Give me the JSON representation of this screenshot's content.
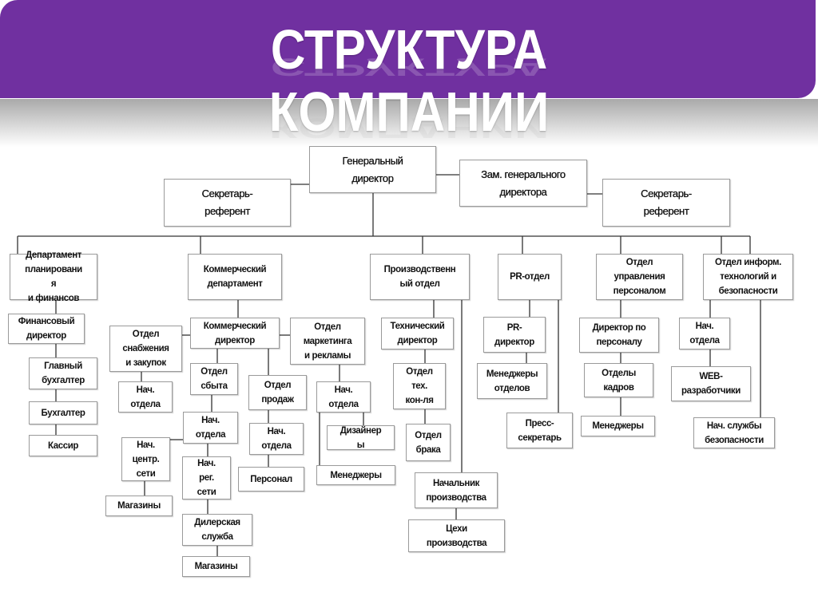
{
  "title": {
    "line1": "СТРУКТУРА",
    "line2": "КОМПАНИИ"
  },
  "colors": {
    "banner": "#7030A0",
    "box_border": "#9A9A9A",
    "line": "#333333"
  },
  "nodes": {
    "gen_director": "Генеральный\nдиректор",
    "secretary_left": "Секретарь-\nреферент",
    "deputy_gen_director": "Зам. генерального\nдиректора",
    "secretary_right": "Секретарь-\nреферент",
    "dep_planning": "Департамент\nпланировани\nя\nи финансов",
    "fin_director": "Финансовый\nдиректор",
    "chief_accountant": "Главный\nбухгалтер",
    "accountant": "Бухгалтер",
    "cashier": "Кассир",
    "dep_commercial": "Коммерческий\nдепартамент",
    "commercial_director": "Коммерческий\nдиректор",
    "supply_dept": "Отдел\nснабжения\nи закупок",
    "supply_head": "Нач.\nотдела",
    "marketing_dept": "Отдел\nмаркетинга\nи рекламы",
    "marketing_head": "Нач.\nотдела",
    "designers": "Дизайнер\nы",
    "marketing_managers": "Менеджеры",
    "distribution_dept": "Отдел\nсбыта",
    "distribution_head": "Нач.\nотдела",
    "central_network_head": "Нач.\nцентр.\nсети",
    "central_shops": "Магазины",
    "regional_network_head": "Нач.\nрег.\nсети",
    "dealer_service": "Дилерская\nслужба",
    "regional_shops": "Магазины",
    "sales_dept": "Отдел\nпродаж",
    "sales_head": "Нач.\nотдела",
    "sales_staff": "Персонал",
    "production_dept": "Производственн\nый отдел",
    "technical_director": "Технический\nдиректор",
    "tech_control_dept": "Отдел\nтех.\nкон-ля",
    "defects_dept": "Отдел\nбрака",
    "production_head": "Начальник\nпроизводства",
    "workshops": "Цехи\nпроизводства",
    "pr_dept": "PR-отдел",
    "pr_director": "PR-\nдиректор",
    "dept_managers": "Менеджеры\nотделов",
    "press_secretary": "Пресс-\nсекретарь",
    "hr_dept": "Отдел\nуправления\nперсоналом",
    "hr_director": "Директор по\nперсоналу",
    "hr_offices": "Отделы\nкадров",
    "hr_managers": "Менеджеры",
    "it_dept": "Отдел информ.\nтехнологий и\nбезопасности",
    "it_head": "Нач.\nотдела",
    "web_developers": "WEB-\nразработчики",
    "security_head": "Нач. службы\nбезопасности"
  }
}
